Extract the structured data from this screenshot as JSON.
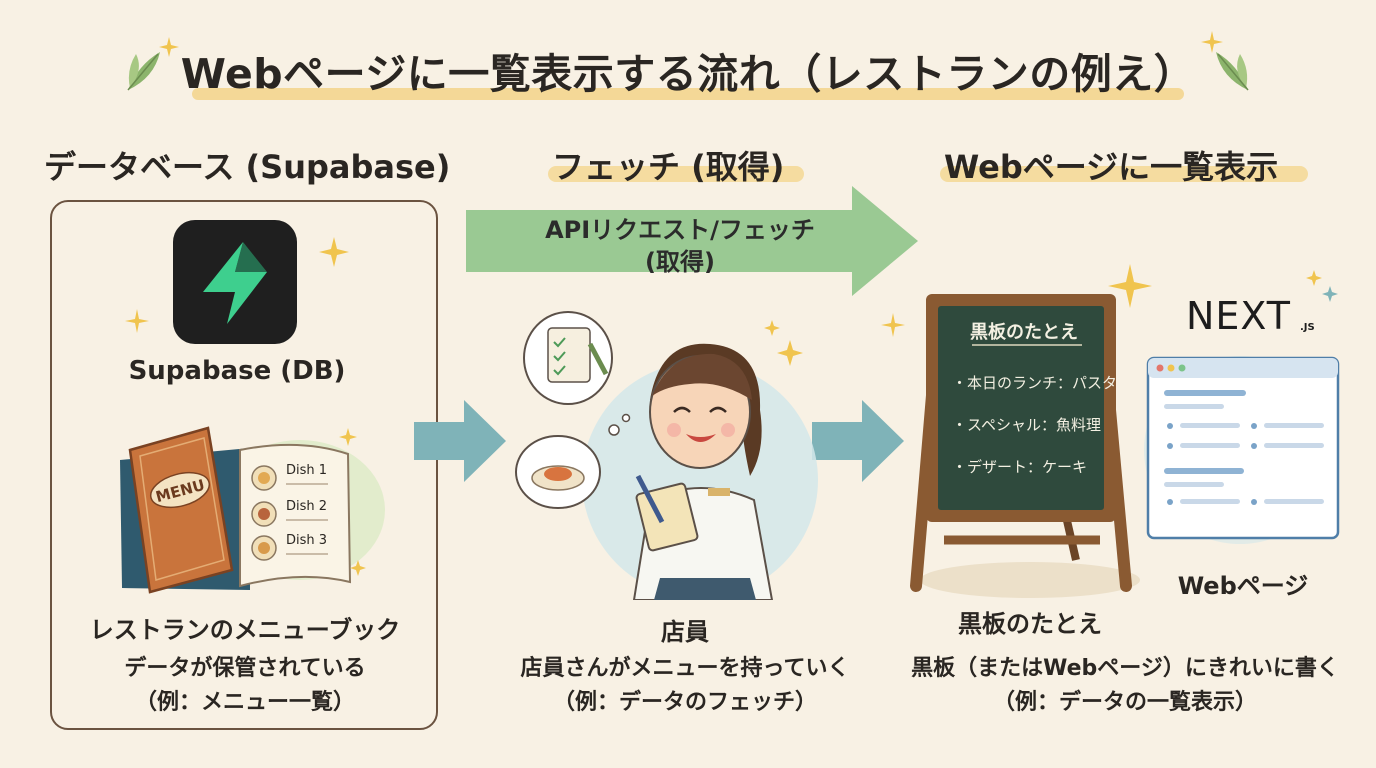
{
  "title": "Webページに一覧表示する流れ（レストランの例え）",
  "columns": {
    "db_heading": "データベース (Supabase)",
    "fetch_heading": "フェッチ (取得)",
    "web_heading": "Webページに一覧表示"
  },
  "api_arrow": {
    "line1": "APIリクエスト/フェッチ",
    "line2": "(取得)"
  },
  "db_panel": {
    "logo_label": "Supabase (DB)",
    "menu_cover": "MENU",
    "dishes": [
      "Dish 1",
      "Dish 2",
      "Dish 3"
    ],
    "caption_title": "レストランのメニューブック",
    "caption_line1": "データが保管されている",
    "caption_line2": "（例：メニュー一覧）"
  },
  "staff": {
    "label": "店員",
    "caption_line1": "店員さんがメニューを持っていく",
    "caption_line2": "（例：データのフェッチ）"
  },
  "board": {
    "heading": "黒板のたとえ",
    "items": [
      "・本日のランチ：パスタ",
      "・スペシャル：魚料理",
      "・デザート：ケーキ"
    ],
    "label": "黒板のたとえ",
    "caption_line1": "黒板（またはWebページ）にきれいに書く",
    "caption_line2": "（例：データの一覧表示）"
  },
  "web": {
    "logo_text": "NEXT",
    "logo_suffix": ".JS",
    "label": "Webページ"
  },
  "colors": {
    "background": "#f8f1e4",
    "green_arrow": "#8fc48a",
    "teal_arrow": "#7fb3b8",
    "supabase_green": "#3ecf8e",
    "chalkboard": "#2f4a3d",
    "highlight": "#f4d78e"
  }
}
